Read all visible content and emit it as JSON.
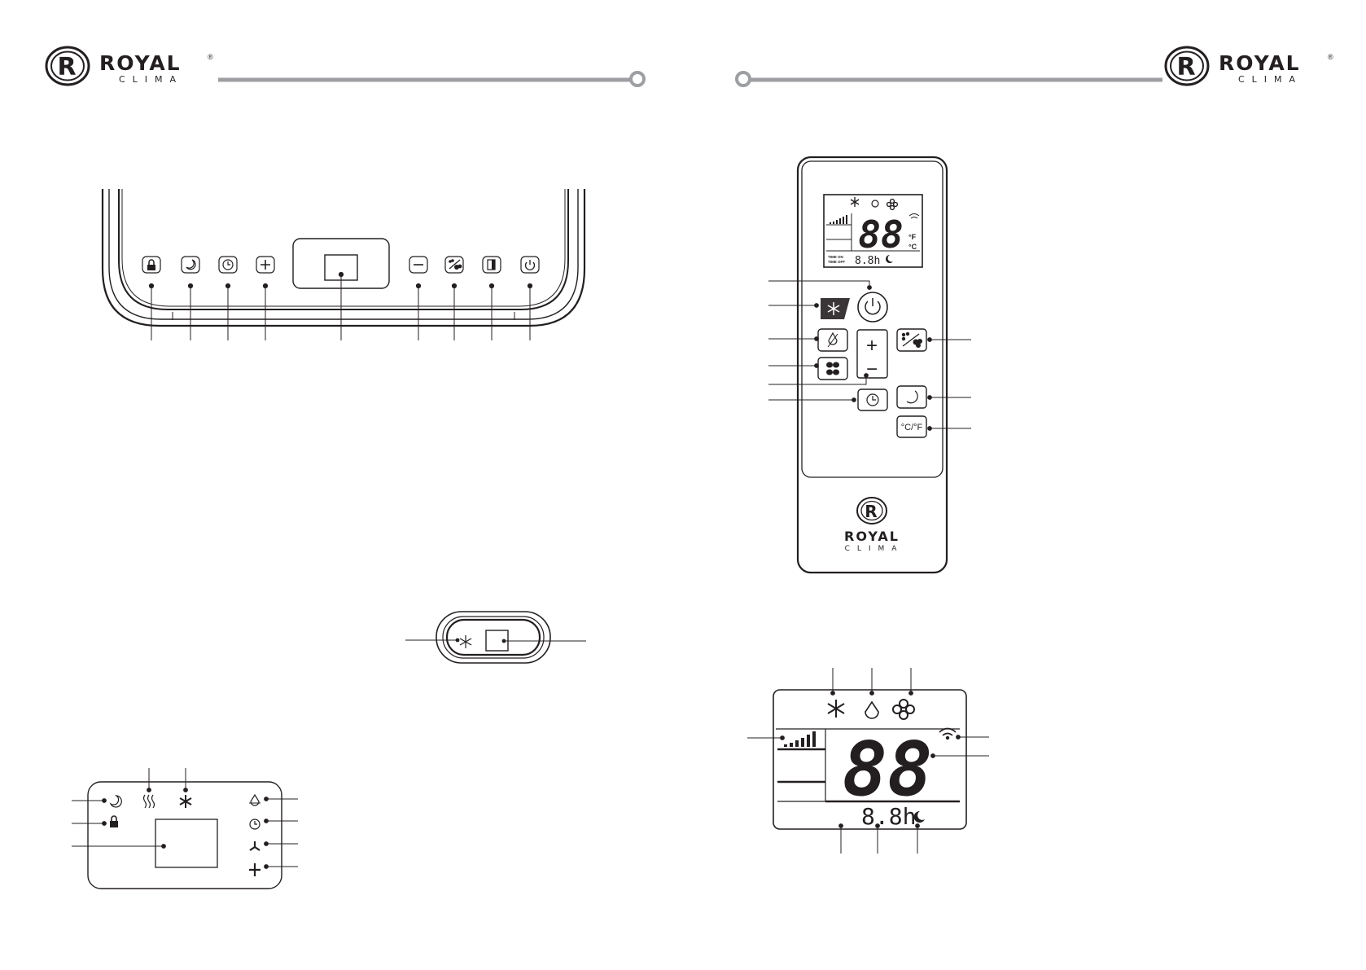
{
  "brand": {
    "name": "ROYAL",
    "registered_mark": "®",
    "sub": "CLIMA",
    "logo_letter": "R"
  },
  "panel": {
    "button_icons": [
      "lock-icon",
      "sleep-icon",
      "timer-icon",
      "plus-icon",
      "minus-icon",
      "fan-speed-icon",
      "mode-icon",
      "power-icon"
    ]
  },
  "remote": {
    "lcd_temp": "88",
    "lcd_unit_f": "°F",
    "lcd_unit_c": "°C",
    "lcd_timer_on": "TIME ON",
    "lcd_timer_off": "TIME OFF",
    "lcd_timer_value": "8.8h",
    "plus_label": "+",
    "minus_label": "−",
    "unit_button_label": "°C/°F",
    "brand_name": "ROYAL",
    "brand_sub": "CLIMA"
  },
  "lcd_detail": {
    "temp_value": "88",
    "timer_value": "8.8h"
  },
  "colors": {
    "outline": "#231f20",
    "header_line": "#9d9fa2",
    "dark_button": "#3a3536"
  }
}
